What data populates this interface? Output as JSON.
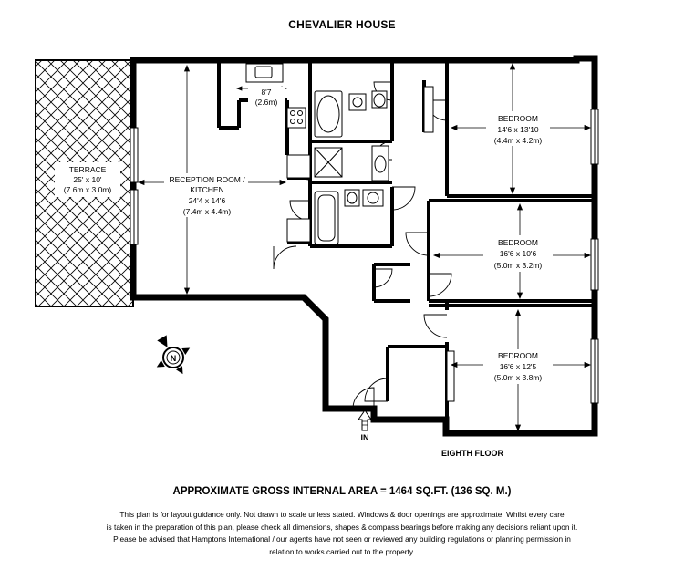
{
  "title": "CHEVALIER HOUSE",
  "rooms": {
    "terrace": {
      "name": "TERRACE",
      "size_imperial": "25' x 10'",
      "size_metric": "(7.6m x 3.0m)"
    },
    "reception": {
      "name_line1": "RECEPTION ROOM /",
      "name_line2": "KITCHEN",
      "size_imperial": "24'4 x 14'6",
      "size_metric": "(7.4m x 4.4m)"
    },
    "kitchen_recess": {
      "size_imperial": "8'7",
      "size_metric": "(2.6m)"
    },
    "bedroom1": {
      "name": "BEDROOM",
      "size_imperial": "14'6 x 13'10",
      "size_metric": "(4.4m x 4.2m)"
    },
    "bedroom2": {
      "name": "BEDROOM",
      "size_imperial": "16'6 x 10'6",
      "size_metric": "(5.0m x 3.2m)"
    },
    "bedroom3": {
      "name": "BEDROOM",
      "size_imperial": "16'6 x 12'5",
      "size_metric": "(5.0m x 3.8m)"
    }
  },
  "entrance_label": "IN",
  "compass_letter": "N",
  "floor_label": "EIGHTH FLOOR",
  "area_text": "APPROXIMATE GROSS INTERNAL AREA = 1464 SQ.FT. (136 SQ. M.)",
  "disclaimer": [
    "This plan is for layout guidance only. Not drawn to scale unless stated. Windows & door openings are approximate. Whilst every care",
    "is taken in the preparation of this plan, please check all dimensions, shapes & compass bearings before making any decisions reliant upon it.",
    "Please be advised that Hamptons International / our agents have not seen or reviewed any building regulations or planning permission in",
    "relation to works carried out to the property."
  ]
}
